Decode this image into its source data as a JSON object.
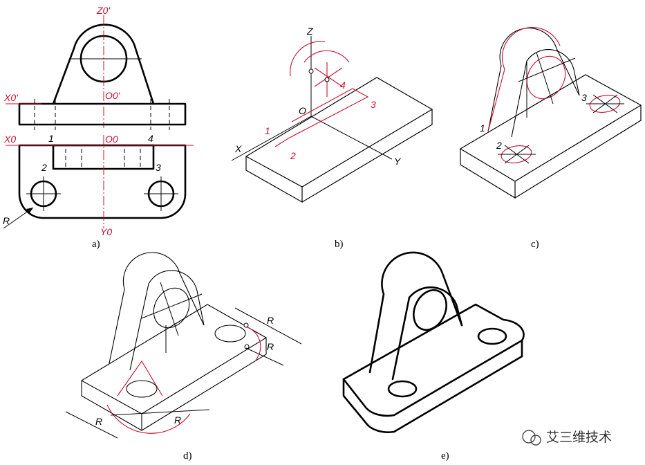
{
  "panels": {
    "a": {
      "caption": "a)",
      "labels": {
        "z": "Z0'",
        "o1": "O0'",
        "x1": "X0'",
        "x0": "X0",
        "o0": "O0",
        "y0": "Y0",
        "p1": "1",
        "p2": "2",
        "p3": "3",
        "p4": "4",
        "r": "R"
      }
    },
    "b": {
      "caption": "b)",
      "labels": {
        "z": "Z",
        "o": "O",
        "x": "X",
        "y": "Y",
        "p1": "1",
        "p2": "2",
        "p3": "3",
        "p4": "4"
      }
    },
    "c": {
      "caption": "c)",
      "labels": {
        "p1": "1",
        "p2": "2",
        "p3": "3"
      }
    },
    "d": {
      "caption": "d)",
      "labels": {
        "r1": "R",
        "r2": "R",
        "r3": "R",
        "r4": "R"
      }
    },
    "e": {
      "caption": "e)"
    }
  },
  "watermark": {
    "text": "艾三维技术"
  },
  "colors": {
    "construction": "#c8102e",
    "outline": "#000000"
  }
}
